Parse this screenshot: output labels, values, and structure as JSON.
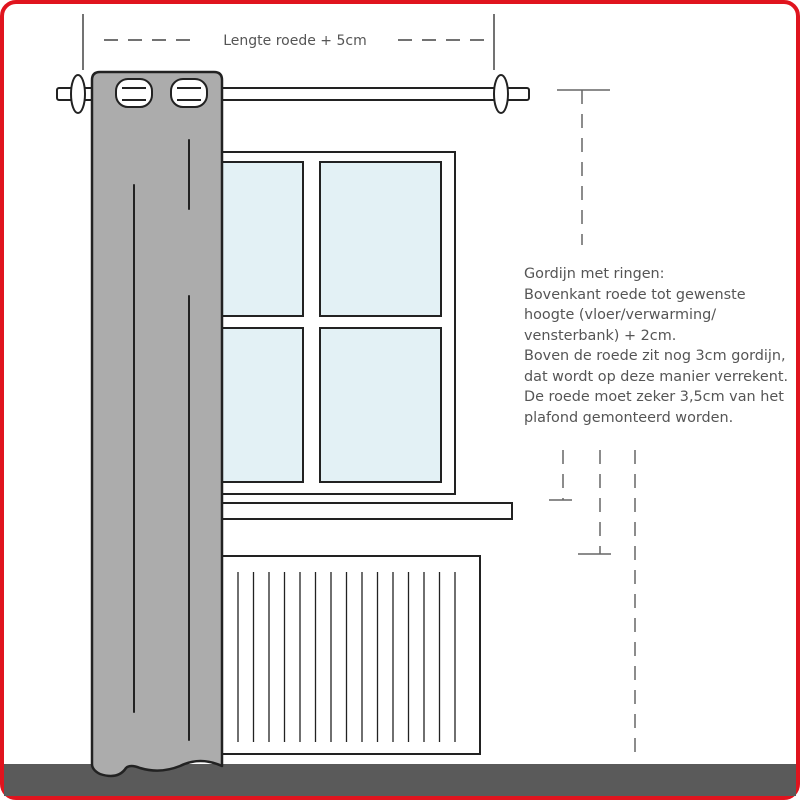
{
  "rod_length_label": "Lengte roede + 5cm",
  "instructions": [
    "Gordijn met ringen:",
    "Bovenkant roede tot gewenste",
    "hoogte (vloer/verwarming/",
    "vensterbank) + 2cm.",
    "Boven de roede zit nog 3cm gordijn,",
    "dat wordt op deze manier verrekent.",
    "De roede moet zeker 3,5cm van het",
    "plafond gemonteerd worden."
  ],
  "colors": {
    "border": "#e0141e",
    "curtain": "#acacac",
    "floor": "#5a5a5a",
    "glass": "#e3f1f5",
    "line": "#222222",
    "text": "#555555",
    "dash": "#888888"
  }
}
